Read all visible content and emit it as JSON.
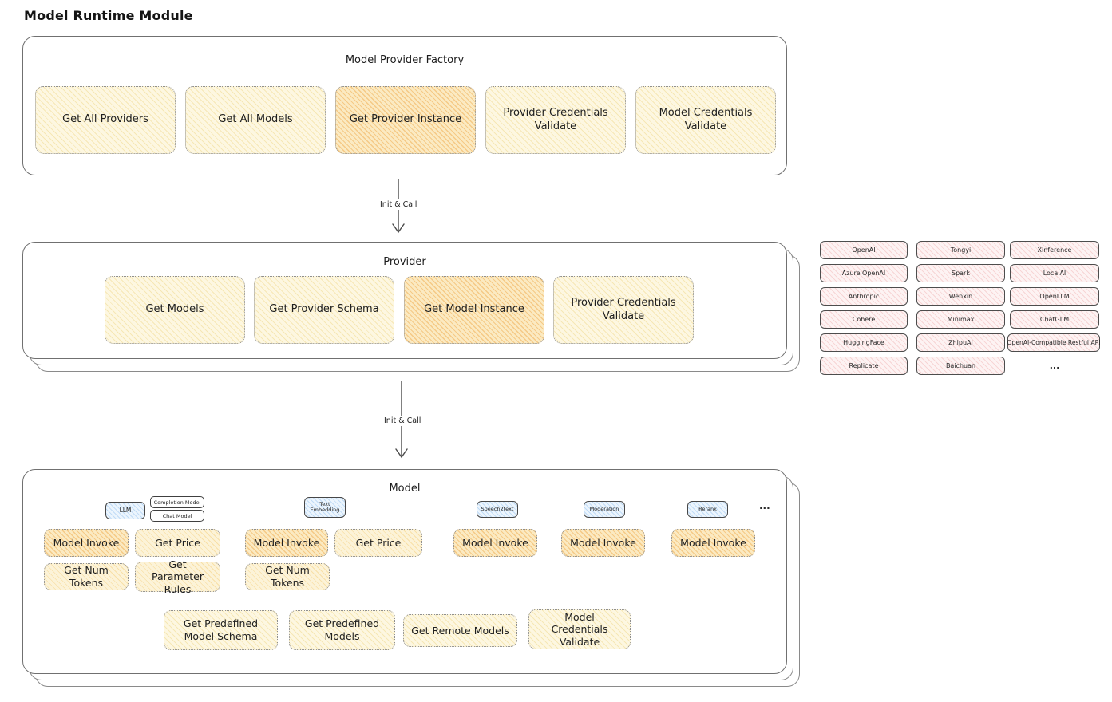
{
  "diagram": {
    "title": "Model Runtime Module"
  },
  "arrows": {
    "label1": "Init & Call",
    "label2": "Init & Call"
  },
  "factory": {
    "title": "Model Provider Factory",
    "boxes": [
      {
        "label": "Get All Providers",
        "highlighted": false
      },
      {
        "label": "Get All Models",
        "highlighted": false
      },
      {
        "label": "Get Provider Instance",
        "highlighted": true
      },
      {
        "label": "Provider Credentials Validate",
        "highlighted": false
      },
      {
        "label": "Model Credentials Validate",
        "highlighted": false
      }
    ]
  },
  "provider": {
    "title": "Provider",
    "boxes": [
      {
        "label": "Get Models",
        "highlighted": false
      },
      {
        "label": "Get Provider Schema",
        "highlighted": false
      },
      {
        "label": "Get Model Instance",
        "highlighted": true
      },
      {
        "label": "Provider Credentials Validate",
        "highlighted": false
      }
    ]
  },
  "provider_list": {
    "columns": [
      [
        "OpenAI",
        "Azure OpenAI",
        "Anthropic",
        "Cohere",
        "HuggingFace",
        "Replicate"
      ],
      [
        "Tongyi",
        "Spark",
        "Wenxin",
        "Minimax",
        "ZhipuAI",
        "Baichuan"
      ],
      [
        "Xinference",
        "LocalAI",
        "OpenLLM",
        "ChatGLM",
        "OpenAI-Compatible Restful API",
        "..."
      ]
    ]
  },
  "model": {
    "title": "Model",
    "types": [
      {
        "label": "LLM"
      },
      {
        "label": "Completion Model"
      },
      {
        "label": "Chat Model"
      },
      {
        "label": "Text Embedding"
      },
      {
        "label": "Speech2text"
      },
      {
        "label": "Moderation"
      },
      {
        "label": "Rerank"
      }
    ],
    "more": "...",
    "ops": {
      "model_invoke": "Model Invoke",
      "get_price": "Get Price",
      "get_num_tokens": "Get Num Tokens",
      "get_parameter_rules": "Get Parameter Rules",
      "get_predefined_model_schema": "Get Predefined Model Schema",
      "get_predefined_models": "Get Predefined Models",
      "get_remote_models": "Get Remote Models",
      "model_credentials_validate": "Model Credentials Validate"
    }
  },
  "colors": {
    "yellow_fill": "#fdf7e1",
    "orange_fill": "#fbeac2",
    "pink_fill": "#fdf3f3",
    "blue_fill": "#ecf5fd",
    "stroke": "#4a4a4a"
  }
}
